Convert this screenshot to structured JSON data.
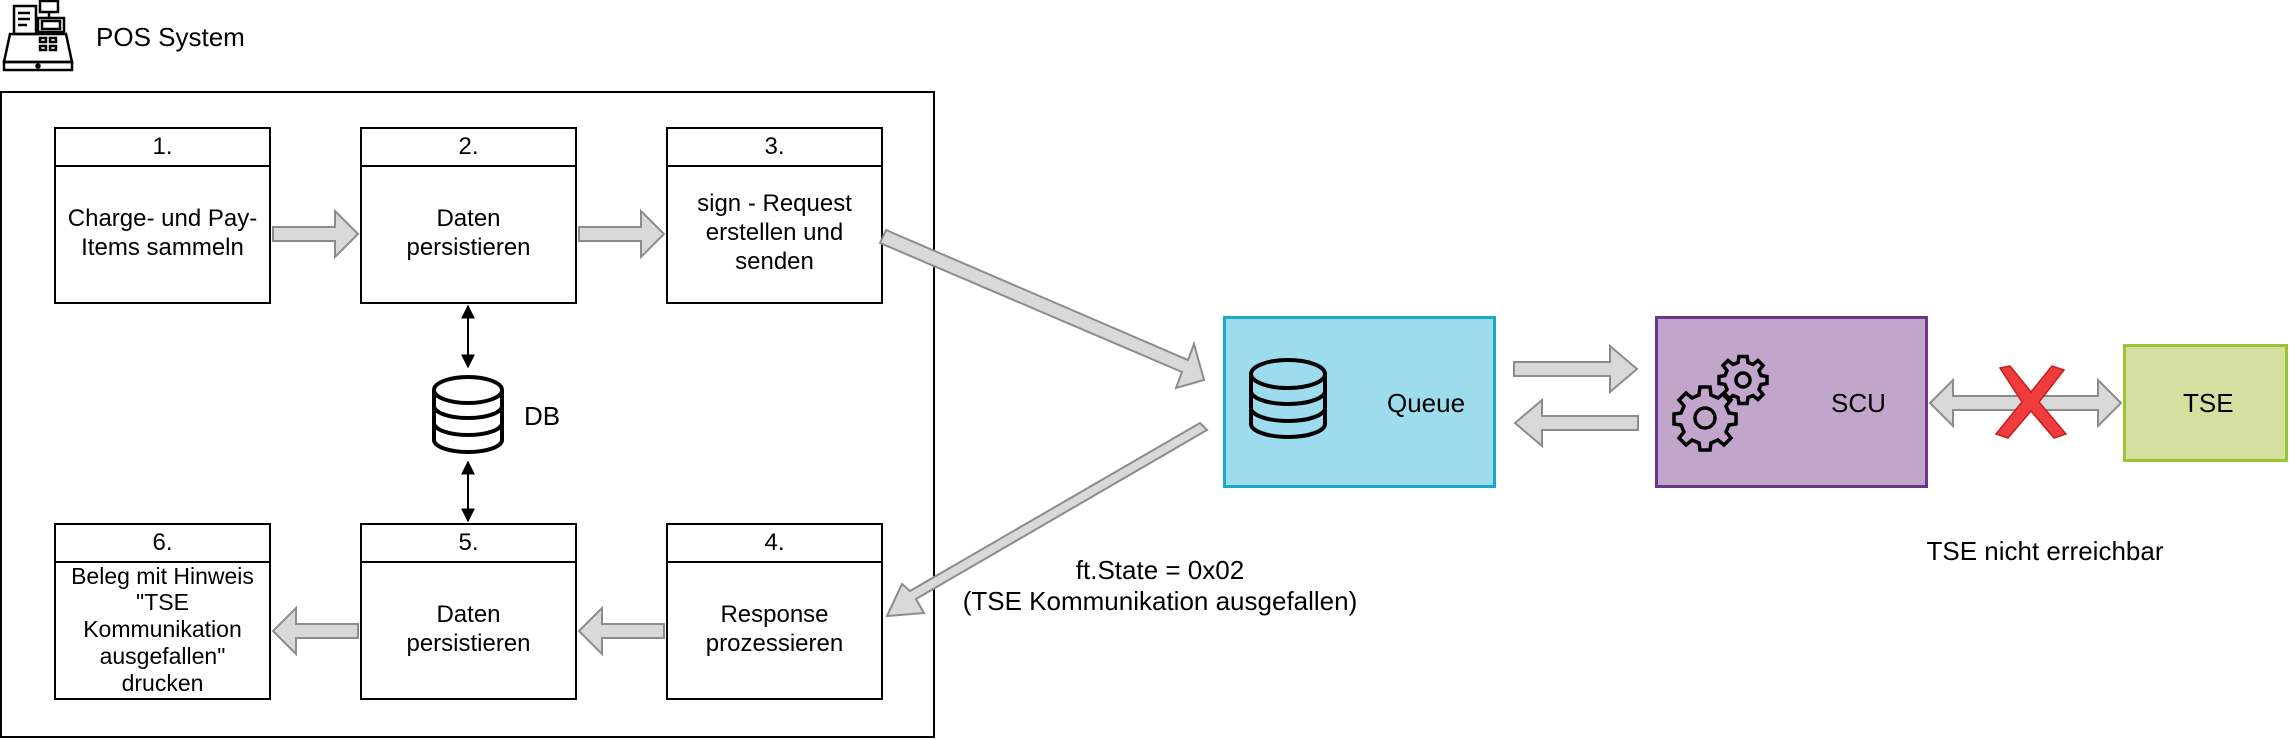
{
  "title": "POS System",
  "steps": [
    {
      "num": "1.",
      "text": "Charge- und Pay-\nItems sammeln"
    },
    {
      "num": "2.",
      "text": "Daten\npersistieren"
    },
    {
      "num": "3.",
      "text": "sign - Request\nerstellen und\nsenden"
    },
    {
      "num": "4.",
      "text": "Response\nprozessieren"
    },
    {
      "num": "5.",
      "text": "Daten\npersistieren"
    },
    {
      "num": "6.",
      "text": "Beleg mit Hinweis\n\"TSE\nKommunikation\nausgefallen\"\ndrucken"
    }
  ],
  "db_label": "DB",
  "queue_label": "Queue",
  "scu_label": "SCU",
  "tse_label": "TSE",
  "state_line1": "ft.State = 0x02",
  "state_line2": "(TSE Kommunikation ausgefallen)",
  "tse_unreachable": "TSE nicht erreichbar",
  "colors": {
    "queue_fill": "#9ddcec",
    "queue_border": "#1ba8c9",
    "scu_fill": "#c1a5ca",
    "scu_border": "#6b3588",
    "tse_fill": "#d5df9f",
    "tse_border": "#9ac434",
    "arrow_fill": "#d9d9d9",
    "arrow_stroke": "#8c8c8c",
    "cross": "#f03c3c"
  }
}
